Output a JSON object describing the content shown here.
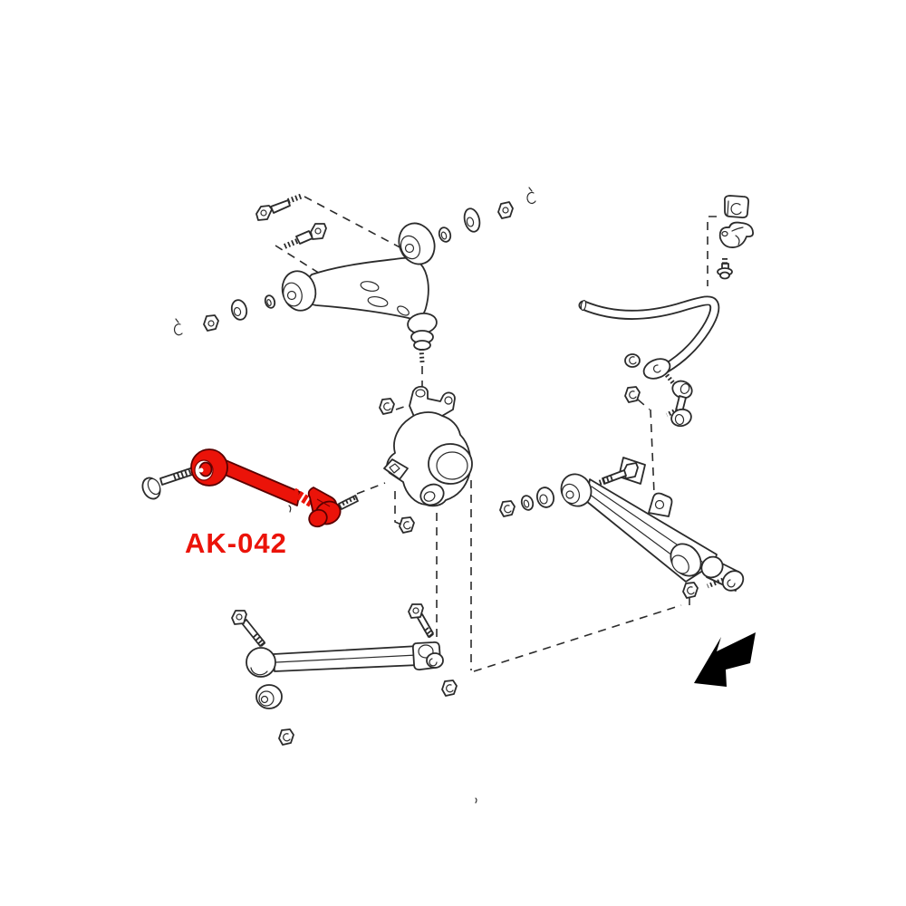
{
  "diagram": {
    "type": "exploded-parts-diagram",
    "label": "AK-042"
  },
  "colors": {
    "background": "#ffffff",
    "line": "#2b2b2b",
    "highlight": "#eb1309",
    "arrow": "#000000"
  },
  "parts": {
    "highlighted": "rear-lateral-link-adjustable",
    "drawn": [
      "upper-control-arm",
      "upper-arm-mounting-bolts",
      "cam-washers",
      "hex-nuts",
      "retainer-clips",
      "rear-knuckle-hub-carrier",
      "stabilizer-bar",
      "stabilizer-bushing",
      "stabilizer-bracket",
      "stabilizer-bracket-bolt",
      "stabilizer-end-link",
      "lateral-link-mounting-bolt",
      "strut-rod",
      "strut-rod-bolts",
      "strut-rod-bushing",
      "rear-lower-control-arm",
      "lower-arm-mounting-bolt",
      "lower-arm-end-bushings",
      "direction-arrow"
    ]
  }
}
